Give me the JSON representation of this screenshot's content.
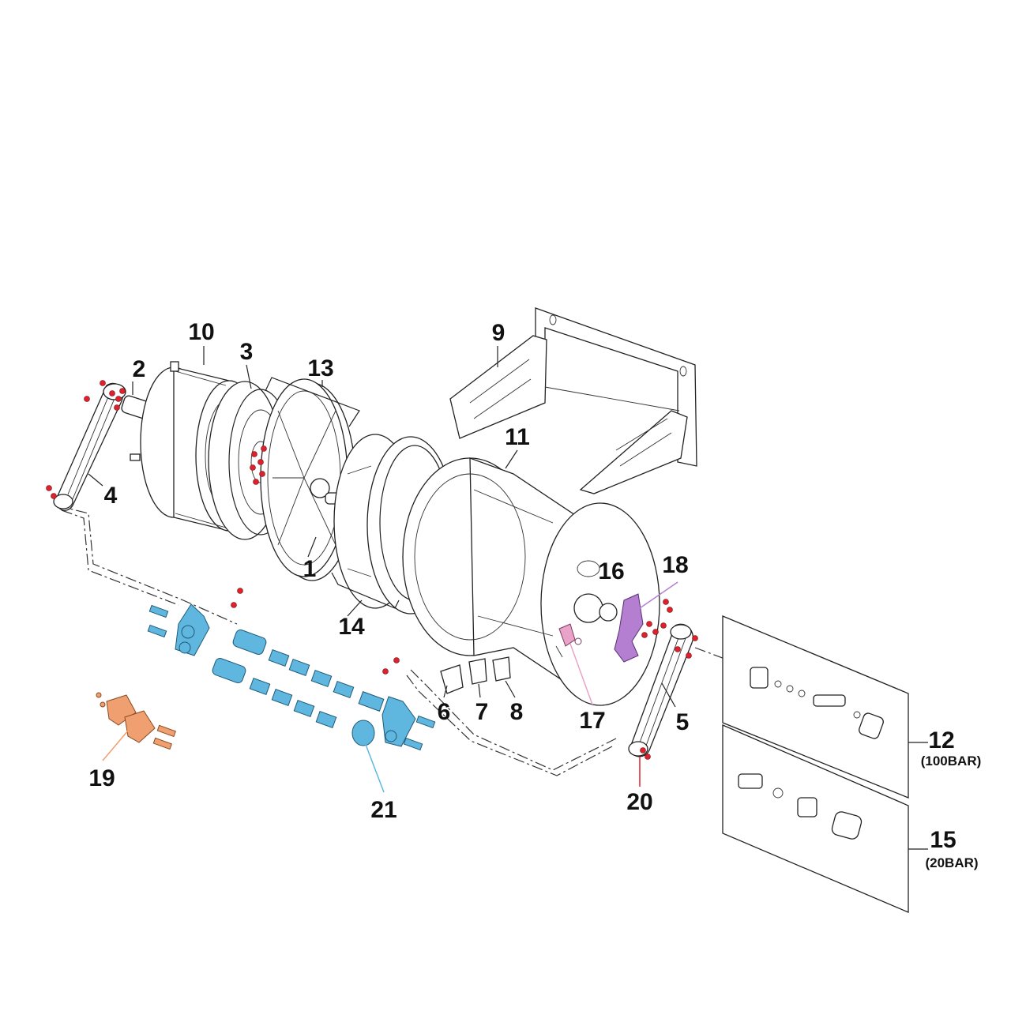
{
  "labels": {
    "p1": "1",
    "p2": "2",
    "p3": "3",
    "p4": "4",
    "p5": "5",
    "p6": "6",
    "p7": "7",
    "p8": "8",
    "p9": "9",
    "p10": "10",
    "p11": "11",
    "p12": "12",
    "p13": "13",
    "p14": "14",
    "p15": "15",
    "p16": "16",
    "p17": "17",
    "p18": "18",
    "p19": "19",
    "p20": "20",
    "p21": "21"
  },
  "sublabels": {
    "p12": "(100BAR)",
    "p15": "(20BAR)"
  },
  "colors": {
    "fasteners": "#e0202a",
    "shafts_21": "#5fb7df",
    "bracket_19": "#f0a070",
    "plate_18": "#b47fd0",
    "latch_17": "#e9a3c9",
    "leader_21": "#5fb7df",
    "leader_19": "#f0a070",
    "leader_18": "#b47fd0",
    "leader_17": "#e9a3c9",
    "leader_20": "#e0202a"
  }
}
